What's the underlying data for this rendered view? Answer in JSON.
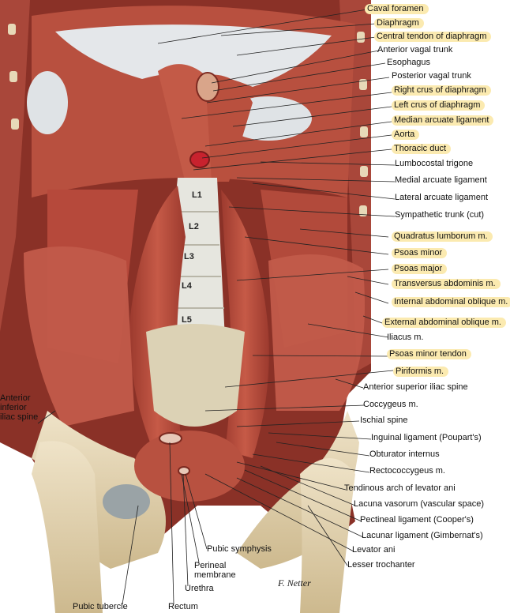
{
  "labels_right": [
    {
      "id": "caval-foramen",
      "text": "Caval foramen",
      "hl": true
    },
    {
      "id": "diaphragm",
      "text": "Diaphragm",
      "hl": true
    },
    {
      "id": "central-tendon",
      "text": "Central tendon of diaphragm",
      "hl": true
    },
    {
      "id": "anterior-vagal-trunk",
      "text": "Anterior vagal trunk",
      "hl": false
    },
    {
      "id": "esophagus",
      "text": "Esophagus",
      "hl": false
    },
    {
      "id": "posterior-vagal-trunk",
      "text": "Posterior vagal trunk",
      "hl": false
    },
    {
      "id": "right-crus",
      "text": "Right crus of diaphragm",
      "hl": true
    },
    {
      "id": "left-crus",
      "text": "Left crus of diaphragm",
      "hl": true
    },
    {
      "id": "median-arcuate",
      "text": "Median arcuate ligament",
      "hl": true
    },
    {
      "id": "aorta",
      "text": "Aorta",
      "hl": true
    },
    {
      "id": "thoracic-duct",
      "text": "Thoracic duct",
      "hl": true
    },
    {
      "id": "lumbocostal-trigone",
      "text": "Lumbocostal trigone",
      "hl": false
    },
    {
      "id": "medial-arcuate",
      "text": "Medial arcuate ligament",
      "hl": false
    },
    {
      "id": "lateral-arcuate",
      "text": "Lateral arcuate ligament",
      "hl": false
    },
    {
      "id": "sympathetic-trunk",
      "text": "Sympathetic trunk (cut)",
      "hl": false
    },
    {
      "id": "quadratus-lumborum",
      "text": "Quadratus lumborum m.",
      "hl": true
    },
    {
      "id": "psoas-minor",
      "text": "Psoas minor",
      "hl": true
    },
    {
      "id": "psoas-major",
      "text": "Psoas major",
      "hl": true
    },
    {
      "id": "transversus-abdominis",
      "text": "Transversus abdominis m.",
      "hl": true
    },
    {
      "id": "internal-oblique",
      "text": "Internal abdominal oblique m.",
      "hl": true
    },
    {
      "id": "external-oblique",
      "text": "External abdominal oblique m.",
      "hl": true
    },
    {
      "id": "iliacus",
      "text": "Iliacus m.",
      "hl": false
    },
    {
      "id": "psoas-minor-tendon",
      "text": "Psoas minor tendon",
      "hl": true
    },
    {
      "id": "piriformis",
      "text": "Piriformis m.",
      "hl": true
    },
    {
      "id": "asis",
      "text": "Anterior superior iliac spine",
      "hl": false
    },
    {
      "id": "coccygeus",
      "text": "Coccygeus m.",
      "hl": false
    },
    {
      "id": "ischial-spine",
      "text": "Ischial spine",
      "hl": false
    },
    {
      "id": "inguinal-ligament",
      "text": "Inguinal ligament (Poupart's)",
      "hl": false
    },
    {
      "id": "obturator-internus",
      "text": "Obturator internus",
      "hl": false
    },
    {
      "id": "rectococcygeus",
      "text": "Rectococcygeus m.",
      "hl": false
    },
    {
      "id": "tendinous-arch",
      "text": "Tendinous arch of levator ani",
      "hl": false
    },
    {
      "id": "lacuna-vasorum",
      "text": "Lacuna vasorum (vascular space)",
      "hl": false
    },
    {
      "id": "pectineal-ligament",
      "text": "Pectineal ligament (Cooper's)",
      "hl": false
    },
    {
      "id": "lacunar-ligament",
      "text": "Lacunar ligament (Gimbernat's)",
      "hl": false
    },
    {
      "id": "levator-ani",
      "text": "Levator ani",
      "hl": false
    },
    {
      "id": "lesser-trochanter",
      "text": "Lesser trochanter",
      "hl": false
    }
  ],
  "labels_bottom": {
    "pubic_symphysis": "Pubic symphysis",
    "perineal_membrane": [
      "Perineal",
      "membrane"
    ],
    "urethra": "Urethra",
    "pubic_tubercle": "Pubic tubercle",
    "rectum": "Rectum",
    "aiis": [
      "Anterior",
      "inferior",
      "iliac spine"
    ]
  },
  "vertebrae": [
    "L1",
    "L2",
    "L3",
    "L4",
    "L5"
  ],
  "signature": "F. Netter",
  "colors": {
    "highlight": "#fbeab0",
    "muscle": "#b5493b",
    "bone": "#e8dcc4",
    "tendon": "#e6e9ec"
  }
}
